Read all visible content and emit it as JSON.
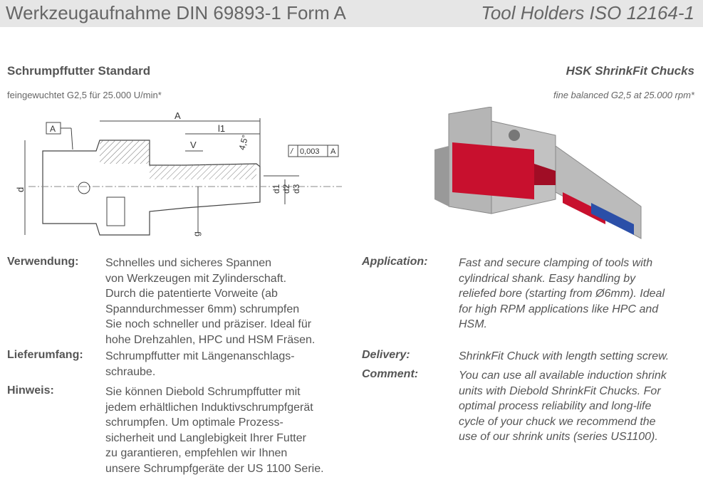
{
  "header": {
    "left_title": "Werkzeugaufnahme DIN 69893-1 Form A",
    "right_title": "Tool Holders ISO 12164-1"
  },
  "product": {
    "title_de": "Schrumpffutter Standard",
    "title_en": "HSK ShrinkFit Chucks",
    "subtitle_de": "feingewuchtet G2,5 für 25.000 U/min*",
    "subtitle_en": "fine balanced G2,5 at 25.000 rpm*"
  },
  "drawing": {
    "label_A": "A",
    "label_l1": "l1",
    "label_V": "V",
    "label_angle": "4,5°",
    "label_tolerance": "0,003",
    "label_tolerance_ref": "A",
    "label_tolerance_sym": "/",
    "label_ref_box": "A",
    "label_d": "d",
    "label_d1": "d1",
    "label_d2": "d2",
    "label_d3": "d3",
    "label_g": "g"
  },
  "de": {
    "verwendung_label": "Verwendung:",
    "verwendung_text": [
      "Schnelles und sicheres Spannen",
      "von Werkzeugen mit Zylinderschaft.",
      "Durch die patentierte Vorweite (ab",
      "Spanndurchmesser 6mm) schrumpfen",
      "Sie noch schneller und präziser. Ideal für",
      "hohe Drehzahlen, HPC und HSM Fräsen."
    ],
    "lieferumfang_label": "Lieferumfang:",
    "lieferumfang_text": [
      "Schrumpffutter mit Längenanschlags-",
      "schraube."
    ],
    "hinweis_label": "Hinweis:",
    "hinweis_text": [
      "Sie können Diebold Schrumpffutter mit",
      "jedem erhältlichen Induktivschrumpfgerät",
      "schrumpfen. Um optimale Prozess-",
      "sicherheit und Langlebigkeit Ihrer Futter",
      "zu garantieren, empfehlen wir Ihnen",
      "unsere Schrumpfgeräte der US 1100 Serie."
    ]
  },
  "en": {
    "application_label": "Application:",
    "application_text": [
      "Fast and secure clamping of tools with",
      "cylindrical shank. Easy handling by",
      "reliefed bore (starting from Ø6mm). Ideal",
      "for high RPM applications like HPC and",
      "HSM."
    ],
    "delivery_label": "Delivery:",
    "delivery_text": [
      "ShrinkFit Chuck with length setting screw."
    ],
    "comment_label": "Comment:",
    "comment_text": [
      "You can use all available induction shrink",
      "units with Diebold ShrinkFit Chucks. For",
      "optimal process reliability and long-life",
      "cycle of your chuck we recommend the",
      "use of our shrink units (series US1100)."
    ]
  },
  "colors": {
    "header_bg": "#e6e6e6",
    "red": "#c8102e",
    "blue": "#2b4fa8",
    "gray": "#b5b5b5"
  }
}
